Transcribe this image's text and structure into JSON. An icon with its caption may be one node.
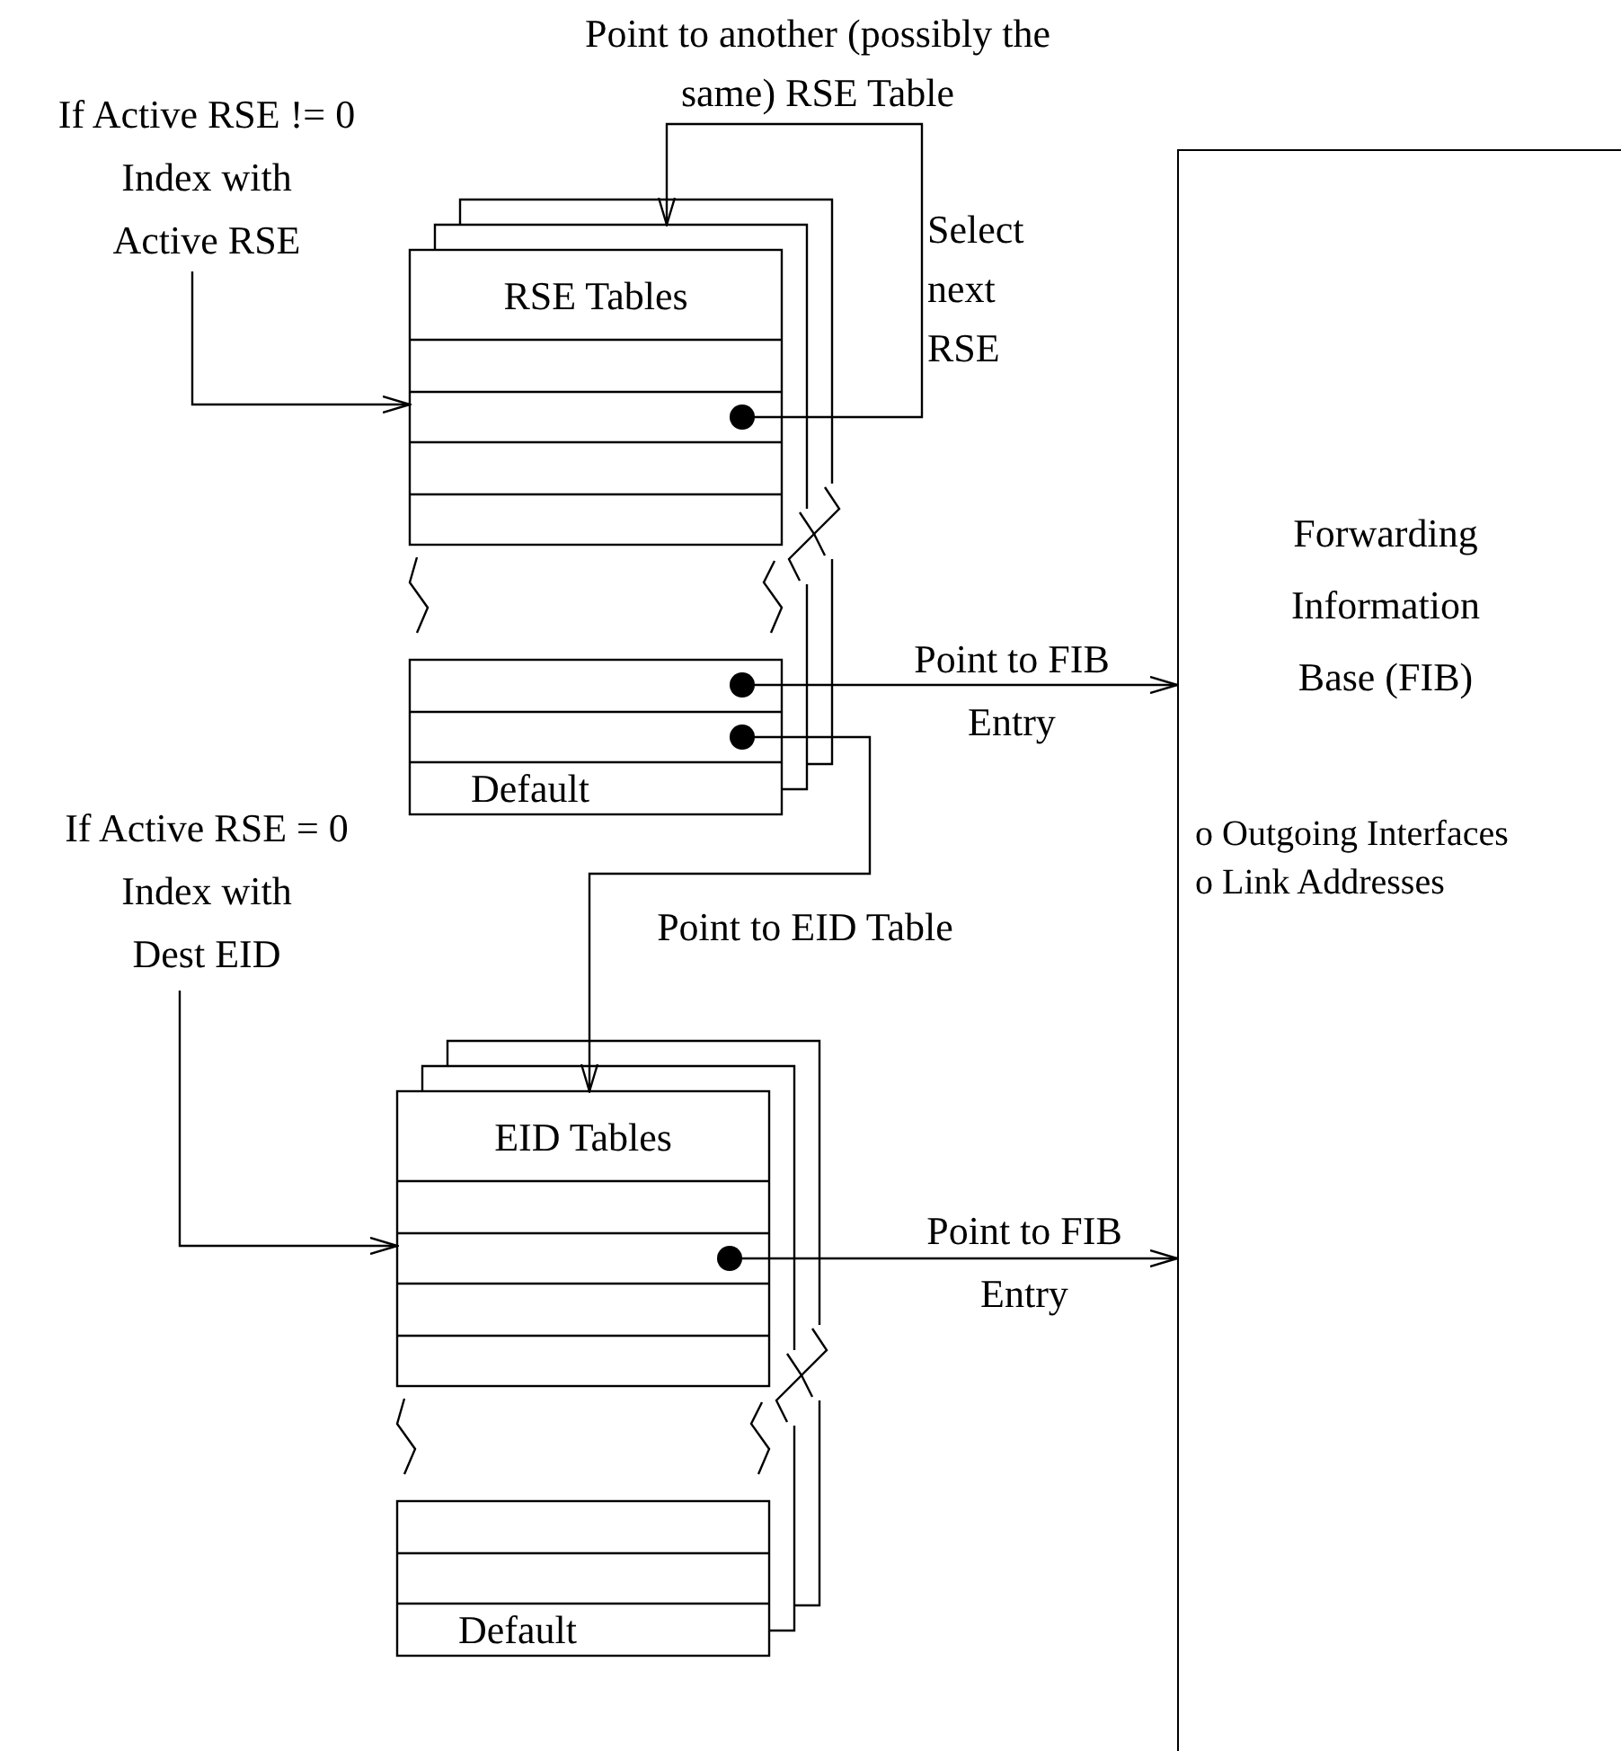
{
  "diagram": {
    "nodes": [
      {
        "text": [
          "If Active RSE != 0",
          "Index with Active RSE"
        ]
      },
      {
        "text": [
          "RSE Tables",
          "Default"
        ]
      },
      {
        "text": [
          "Forwarding Information Base (FIB)",
          "o Outgoing Interfaces",
          "o Link Addresses"
        ]
      },
      {
        "text": [
          "If Active RSE = 0",
          "Index with Dest EID"
        ]
      },
      {
        "text": [
          "EID Tables",
          "Default"
        ]
      }
    ],
    "edges": [
      {
        "from": 0,
        "to": 1,
        "arrow": "to"
      },
      {
        "from": 1,
        "to": 1,
        "arrow": "to",
        "label": "Point to another (possibly the same) RSE Table"
      },
      {
        "from": 1,
        "to": 2,
        "arrow": "to",
        "label": "Point to FIB Entry"
      },
      {
        "from": 1,
        "to": 4,
        "arrow": "to",
        "label": "Point to EID Table"
      },
      {
        "from": 3,
        "to": 4,
        "arrow": "to"
      },
      {
        "from": 4,
        "to": 2,
        "arrow": "to",
        "label": "Point to FIB Entry"
      }
    ],
    "labels": [
      "Select next RSE"
    ]
  }
}
